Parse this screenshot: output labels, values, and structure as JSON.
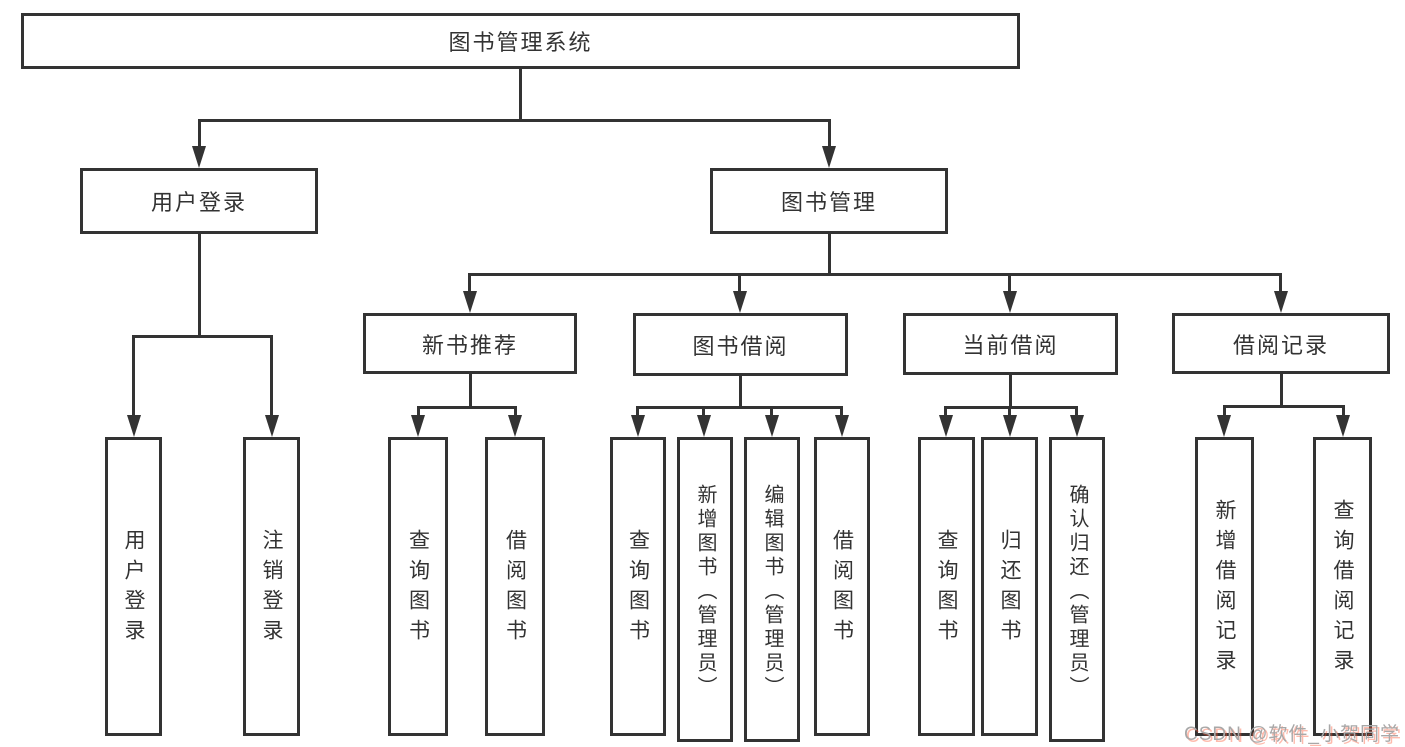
{
  "diagram_type": "hierarchy-tree",
  "nodes": {
    "root": "图书管理系统",
    "l2": [
      "用户登录",
      "图书管理"
    ],
    "l3": [
      "新书推荐",
      "图书借阅",
      "当前借阅",
      "借阅记录"
    ],
    "g1": [
      "用户登录",
      "注销登录"
    ],
    "g2": [
      "查询图书",
      "借阅图书"
    ],
    "g3": [
      "查询图书",
      "新增图书（管理员）",
      "编辑图书（管理员）",
      "借阅图书"
    ],
    "g4": [
      "查询图书",
      "归还图书",
      "确认归还（管理员）"
    ],
    "g5": [
      "新增借阅记录",
      "查询借阅记录"
    ]
  },
  "watermark": {
    "text": "CSDN @软件_小贺同学"
  },
  "colors": {
    "line": "#333333",
    "box_background": "#ffffff",
    "text": "#333333",
    "watermark_gray": "#a8a8a8",
    "watermark_red": "#fc5531"
  }
}
